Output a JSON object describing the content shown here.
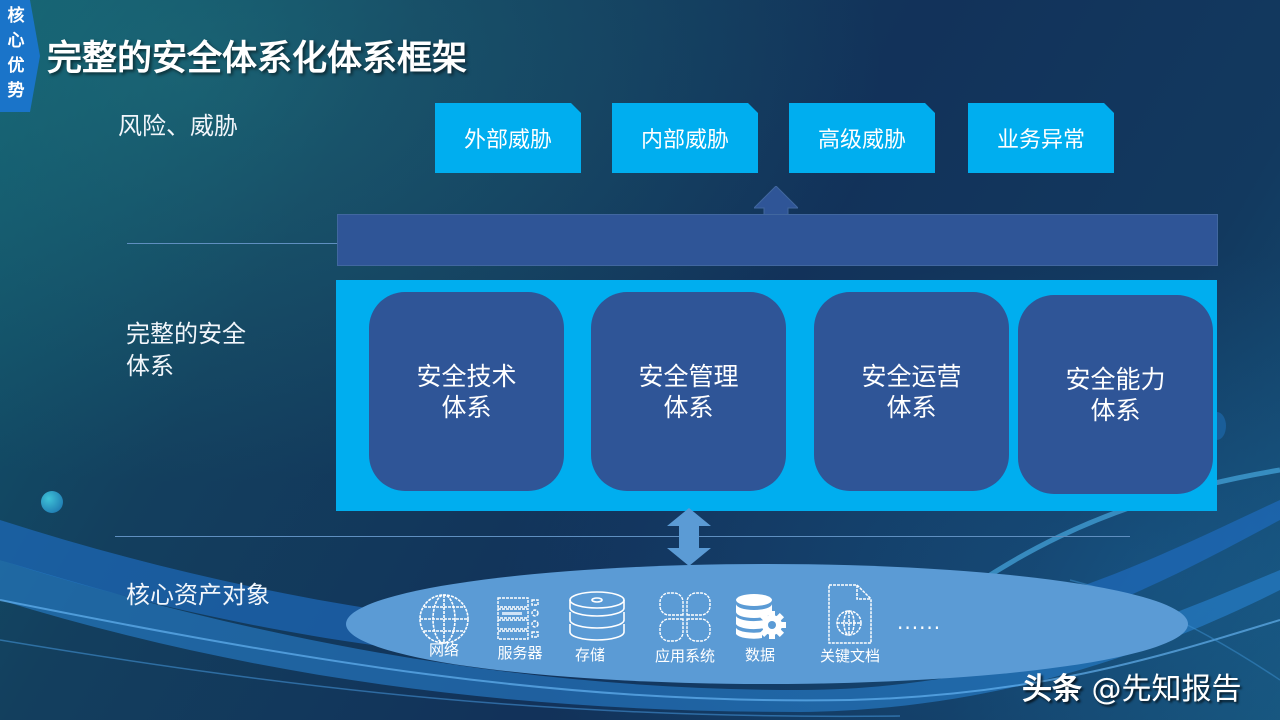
{
  "corner_tag": {
    "text": [
      "核",
      "心",
      "优",
      "势"
    ]
  },
  "title": "完整的安全体系化体系框架",
  "row_labels": {
    "risk": "风险、威胁",
    "system_line1": "完整的安全",
    "system_line2": "体系",
    "assets": "核心资产对象"
  },
  "threats": [
    {
      "label": "外部威胁"
    },
    {
      "label": "内部威胁"
    },
    {
      "label": "高级威胁"
    },
    {
      "label": "业务异常"
    }
  ],
  "systems": [
    {
      "line1": "安全技术",
      "line2": "体系"
    },
    {
      "line1": "安全管理",
      "line2": "体系"
    },
    {
      "line1": "安全运营",
      "line2": "体系"
    },
    {
      "line1": "安全能力",
      "line2": "体系"
    }
  ],
  "assets": [
    {
      "label": "网络",
      "icon": "globe-icon"
    },
    {
      "label": "服务器",
      "icon": "server-icon"
    },
    {
      "label": "存储",
      "icon": "storage-disk-icon"
    },
    {
      "label": "应用系统",
      "icon": "app-grid-icon"
    },
    {
      "label": "数据",
      "icon": "database-gear-icon"
    },
    {
      "label": "关键文档",
      "icon": "document-globe-icon"
    }
  ],
  "assets_more": "......",
  "watermark": {
    "brand": "头条",
    "handle": "@先知报告"
  },
  "colors": {
    "threat_box": "#00aeef",
    "system_frame": "#00aeef",
    "system_card": "#2f5597",
    "asset_ellipse": "#5b9bd5",
    "corner_tag": "#1a74c9"
  }
}
